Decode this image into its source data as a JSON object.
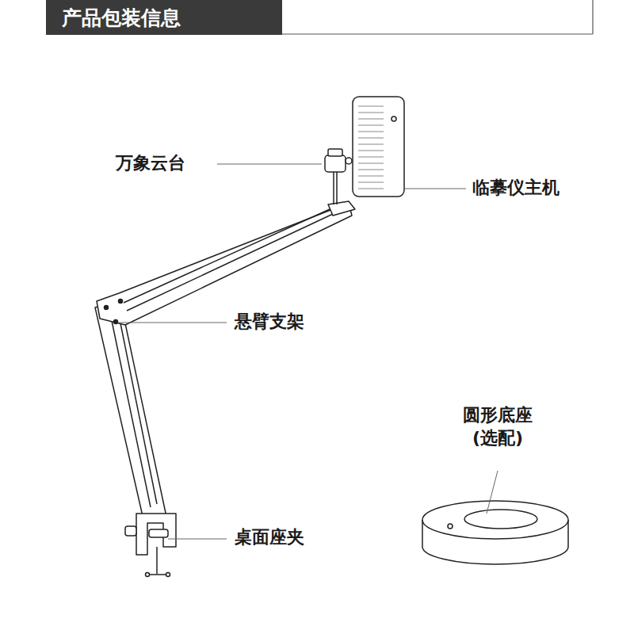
{
  "diagram": {
    "title": "产品包装信息",
    "labels": [
      "万象云台",
      "临摹仪主机",
      "悬臂支架",
      "桌面座夹",
      "圆形底座 (选配)"
    ]
  }
}
